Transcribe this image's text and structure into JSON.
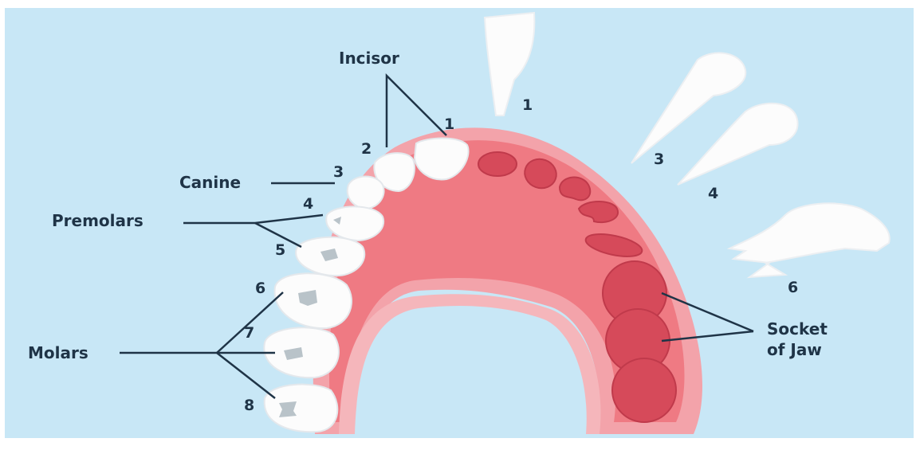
{
  "colors": {
    "background": "#c8e7f6",
    "frame": "#ffffff",
    "gum_outer": "#f3a3aa",
    "gum_inner": "#ef7a83",
    "socket": "#d64a5a",
    "tooth": "#fcfcfc",
    "tooth_shade": "#eceff2",
    "cusp": "#b9c3c9",
    "label_text": "#1f3447",
    "leader_line": "#1f3447"
  },
  "labels": {
    "incisor": "Incisor",
    "canine": "Canine",
    "premolars": "Premolars",
    "molars": "Molars",
    "socket_line1": "Socket",
    "socket_line2": "of Jaw"
  },
  "tooth_numbers": [
    "1",
    "2",
    "3",
    "4",
    "5",
    "6",
    "7",
    "8"
  ],
  "extracted_teeth": [
    {
      "number": "1",
      "icon": "incisor-tooth-icon"
    },
    {
      "number": "3",
      "icon": "canine-tooth-icon"
    },
    {
      "number": "4",
      "icon": "premolar-tooth-icon"
    },
    {
      "number": "6",
      "icon": "molar-tooth-icon"
    }
  ]
}
